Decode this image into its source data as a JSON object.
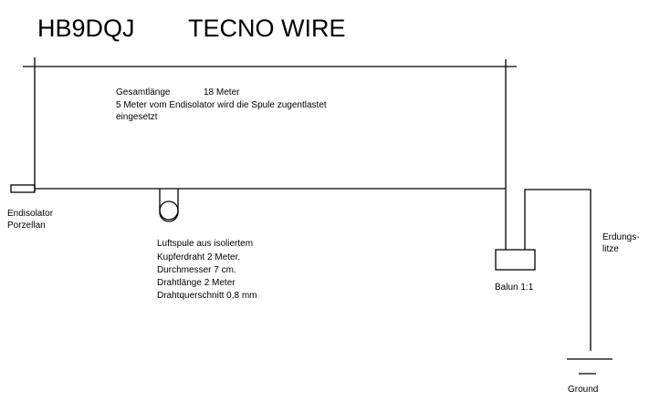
{
  "title": {
    "callsign": "HB9DQJ",
    "name": "TECNO WIRE"
  },
  "description": {
    "line1_label": "Gesamtlänge",
    "line1_value": "18 Meter",
    "line2": "5 Meter vom Endisolator wird die Spule zugentlastet",
    "line3": "eingesetzt"
  },
  "insulator": {
    "line1": "Endisolator",
    "line2": "Porzellan"
  },
  "coil": {
    "lines": [
      "Luftspule aus isoliertem",
      "Kupferdraht 2 Meter.",
      "Durchmesser 7 cm.",
      "Drahtlänge 2 Meter",
      "Drahtquerschnitt 0,8 mm"
    ]
  },
  "balun": {
    "label": "Balun 1:1"
  },
  "ground_wire": {
    "line1": "Erdungs-",
    "line2": "litze"
  },
  "ground": {
    "label": "Ground"
  }
}
